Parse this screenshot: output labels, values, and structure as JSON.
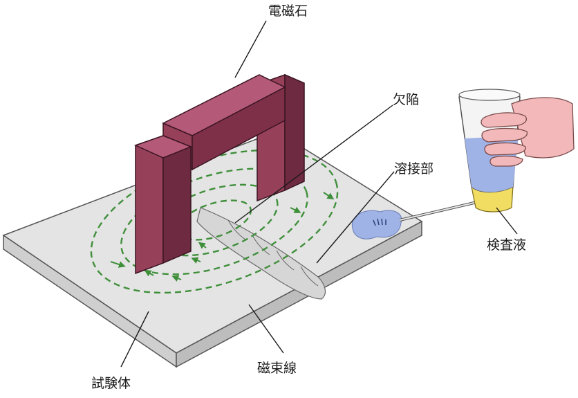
{
  "labels": {
    "electromagnet": "電磁石",
    "defect": "欠陥",
    "weld": "溶接部",
    "test_liquid": "検査液",
    "flux_lines": "磁束線",
    "specimen": "試験体"
  },
  "colors": {
    "magnet_front": "#96405a",
    "magnet_top": "#b45a78",
    "magnet_side": "#6e2a40",
    "plate_top": "#e4e4e4",
    "plate_edge": "#c8c8c8",
    "flux": "#3f8f3a",
    "liquid": "#9fb3e6",
    "bottle_cap": "#f0dd62",
    "skin": "#f2b8ba"
  }
}
